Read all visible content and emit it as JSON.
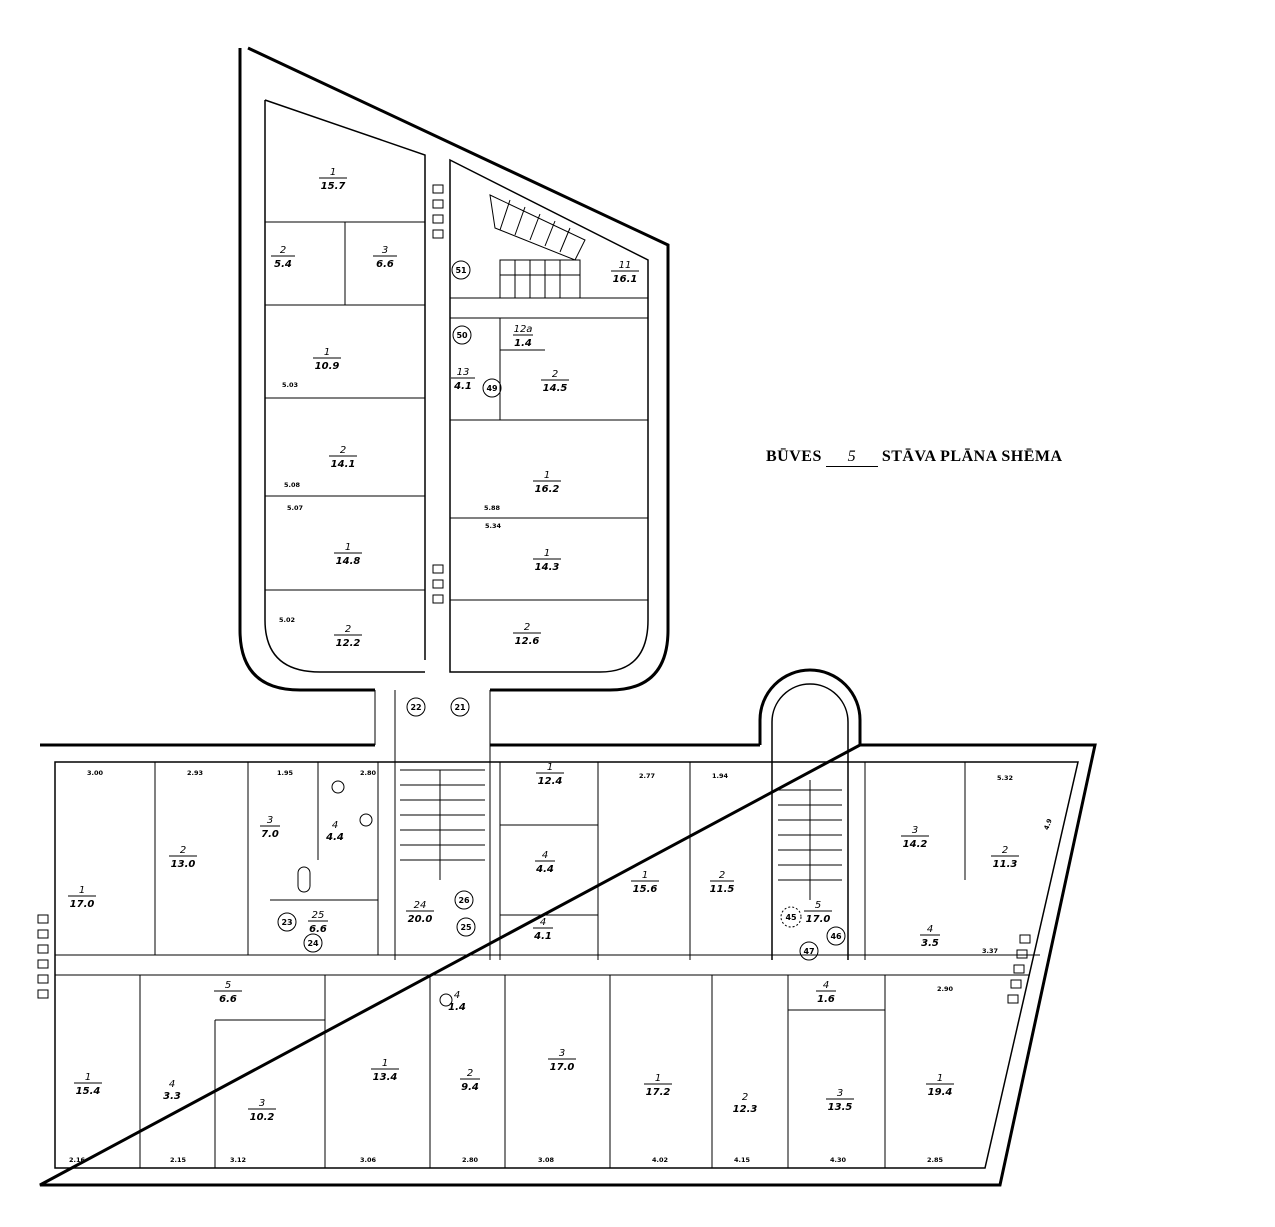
{
  "title": {
    "prefix": "BŪVES",
    "floor": "5",
    "suffix": "STĀVA PLĀNA SHĒMA"
  },
  "rooms": [
    {
      "num": "1",
      "area": "15.7"
    },
    {
      "num": "2",
      "area": "5.4"
    },
    {
      "num": "3",
      "area": "6.6"
    },
    {
      "num": "1",
      "area": "10.9"
    },
    {
      "num": "2",
      "area": "14.1"
    },
    {
      "num": "1",
      "area": "14.8"
    },
    {
      "num": "2",
      "area": "12.2"
    },
    {
      "num": "11",
      "area": "16.1"
    },
    {
      "num": "13",
      "area": "4.1"
    },
    {
      "num": "12a",
      "area": "1.4"
    },
    {
      "num": "2",
      "area": "14.5"
    },
    {
      "num": "1",
      "area": "16.2"
    },
    {
      "num": "1",
      "area": "14.3"
    },
    {
      "num": "2",
      "area": "12.6"
    },
    {
      "num": "1",
      "area": "17.0"
    },
    {
      "num": "2",
      "area": "13.0"
    },
    {
      "num": "3",
      "area": "7.0"
    },
    {
      "num": "4",
      "area": "4.4"
    },
    {
      "num": "25",
      "area": "6.6"
    },
    {
      "num": "24",
      "area": "20.0"
    },
    {
      "num": "1",
      "area": "12.4"
    },
    {
      "num": "4",
      "area": "4.4"
    },
    {
      "num": "4",
      "area": "4.1"
    },
    {
      "num": "5",
      "area": "6.6"
    },
    {
      "num": "1",
      "area": "15.4"
    },
    {
      "num": "4",
      "area": "3.3"
    },
    {
      "num": "3",
      "area": "10.2"
    },
    {
      "num": "1",
      "area": "13.4"
    },
    {
      "num": "2",
      "area": "9.4"
    },
    {
      "num": "3",
      "area": "17.0"
    },
    {
      "num": "4",
      "area": "1.4"
    },
    {
      "num": "1",
      "area": "15.6"
    },
    {
      "num": "2",
      "area": "11.5"
    },
    {
      "num": "5",
      "area": "17.0"
    },
    {
      "num": "3",
      "area": "14.2"
    },
    {
      "num": "2",
      "area": "11.3"
    },
    {
      "num": "4",
      "area": "3.5"
    },
    {
      "num": "4",
      "area": "1.6"
    },
    {
      "num": "1",
      "area": "17.2"
    },
    {
      "num": "2",
      "area": "12.3"
    },
    {
      "num": "3",
      "area": "13.5"
    },
    {
      "num": "1",
      "area": "19.4"
    }
  ],
  "circles": [
    "51",
    "50",
    "49",
    "22",
    "21",
    "23",
    "24",
    "26",
    "25",
    "45",
    "46",
    "47"
  ],
  "dims": [
    "5.03",
    "5.08",
    "5.07",
    "5.02",
    "5.88",
    "5.34",
    "3.00",
    "2.93",
    "1.95",
    "2.80",
    "2.77",
    "1.94",
    "5.32",
    "3.37",
    "2.90",
    "2.16",
    "2.15",
    "3.12",
    "3.06",
    "2.80",
    "3.08",
    "4.02",
    "4.15",
    "4.30",
    "2.85",
    "4.9"
  ]
}
